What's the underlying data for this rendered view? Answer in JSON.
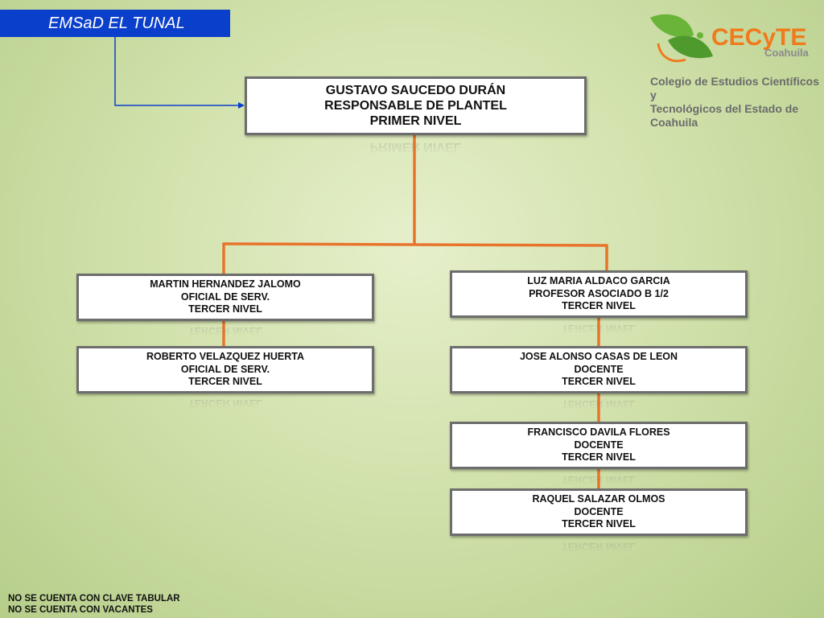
{
  "campus": {
    "title": "EMSaD EL TUNAL"
  },
  "logo": {
    "brand": "CECyTE",
    "region": "Coahuila",
    "subtitle_line1": "Colegio de Estudios Científicos y",
    "subtitle_line2": "Tecnológicos del Estado de Coahuila"
  },
  "head": {
    "name": "GUSTAVO SAUCEDO DURÁN",
    "role": "RESPONSABLE DE PLANTEL",
    "level": "PRIMER NIVEL"
  },
  "left_column": [
    {
      "name": "MARTIN  HERNANDEZ  JALOMO",
      "role": "OFICIAL DE SERV.",
      "level": "TERCER NIVEL"
    },
    {
      "name": "ROBERTO VELAZQUEZ HUERTA",
      "role": "OFICIAL DE SERV.",
      "level": "TERCER NIVEL"
    }
  ],
  "right_column": [
    {
      "name": "LUZ MARIA ALDACO GARCIA",
      "role": "PROFESOR ASOCIADO B 1/2",
      "level": "TERCER NIVEL"
    },
    {
      "name": "JOSE ALONSO CASAS DE LEON",
      "role": "DOCENTE",
      "level": "TERCER NIVEL"
    },
    {
      "name": "FRANCISCO DAVILA FLORES",
      "role": "DOCENTE",
      "level": "TERCER NIVEL"
    },
    {
      "name": "RAQUEL SALAZAR OLMOS",
      "role": "DOCENTE",
      "level": "TERCER NIVEL"
    }
  ],
  "notes": {
    "line1": "NO SE CUENTA CON CLAVE TABULAR",
    "line2": "NO SE CUENTA CON VACANTES"
  },
  "colors": {
    "connector": "#e8742c",
    "campus_arrow": "#0a3fcc",
    "brand_green": "#6ab43a",
    "brand_orange": "#f07a1c"
  }
}
